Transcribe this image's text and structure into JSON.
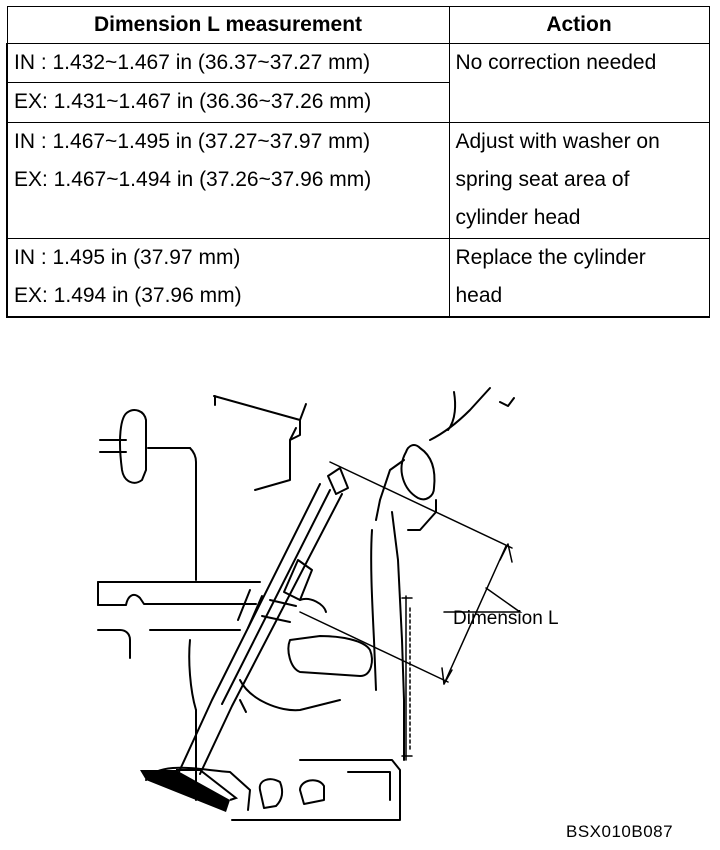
{
  "table": {
    "headers": [
      "Dimension L measurement",
      "Action"
    ],
    "rows": [
      {
        "measurement": [
          "IN : 1.432~1.467 in (36.37~37.27 mm)",
          "EX: 1.431~1.467 in (36.36~37.26 mm)"
        ],
        "action": [
          "No correction needed"
        ]
      },
      {
        "measurement": [
          "IN : 1.467~1.495 in (37.27~37.97 mm)",
          "EX: 1.467~1.494 in (37.26~37.96 mm)"
        ],
        "action": [
          "Adjust with washer on",
          "spring seat area of",
          "cylinder head"
        ]
      },
      {
        "measurement": [
          "IN : 1.495 in (37.97 mm)",
          "EX: 1.494 in (37.96 mm)"
        ],
        "action": [
          "Replace the cylinder",
          "head"
        ]
      }
    ]
  },
  "diagram": {
    "dimension_label": "Dimension L",
    "figure_code": "BSX010B087"
  }
}
